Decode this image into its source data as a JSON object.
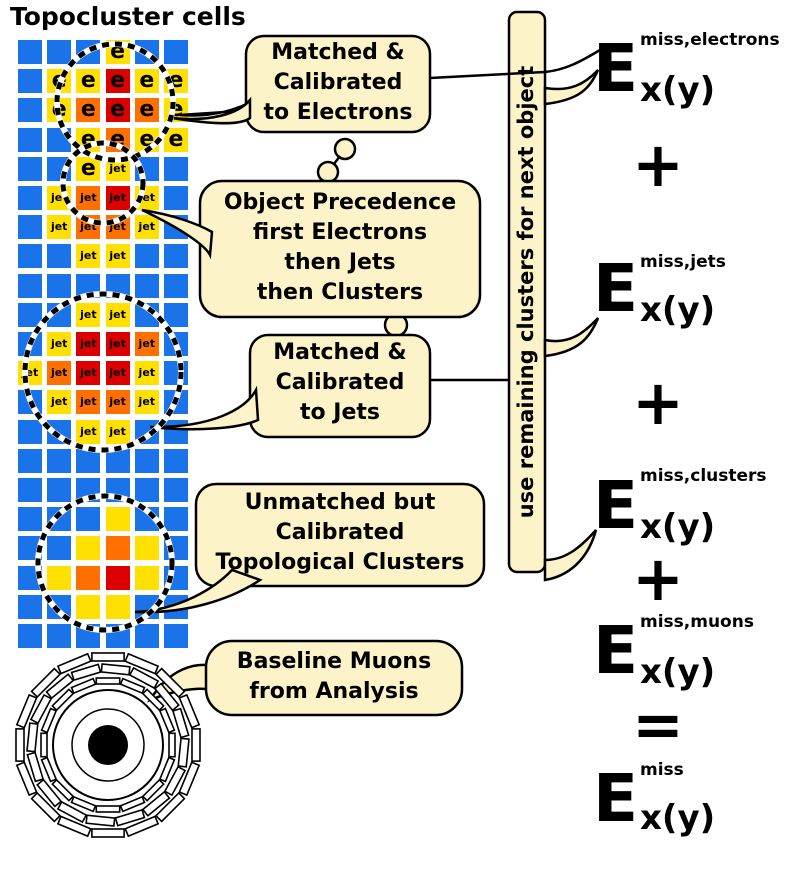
{
  "title": "Topocluster cells",
  "bubbles": {
    "electrons": [
      "Matched &",
      "Calibrated",
      "to Electrons"
    ],
    "precedence": [
      "Object Precedence",
      "first Electrons",
      "then Jets",
      "then Clusters"
    ],
    "jets": [
      "Matched &",
      "Calibrated",
      "to Jets"
    ],
    "clusters": [
      "Unmatched but",
      "Calibrated",
      "Topological Clusters"
    ],
    "muons": [
      "Baseline Muons",
      "from Analysis"
    ]
  },
  "vertical_label": "use remaining clusters for next object",
  "terms": [
    {
      "sup": "miss,electrons",
      "sub": "x(y)"
    },
    {
      "sup": "miss,jets",
      "sub": "x(y)"
    },
    {
      "sup": "miss,clusters",
      "sub": "x(y)"
    },
    {
      "sup": "miss,muons",
      "sub": "x(y)"
    },
    {
      "sup": "miss",
      "sub": "x(y)"
    }
  ],
  "term_letter": "E",
  "operators": [
    "+",
    "+",
    "+",
    "="
  ],
  "cell_labels": {
    "electron": "e",
    "jet": "jet"
  },
  "colors": {
    "background_cell": "#1a73e8",
    "low": "#ffe000",
    "mid": "#ff7000",
    "high": "#dd0000",
    "bubble_fill": "#fdf3c8",
    "bubble_stroke": "#000000"
  }
}
